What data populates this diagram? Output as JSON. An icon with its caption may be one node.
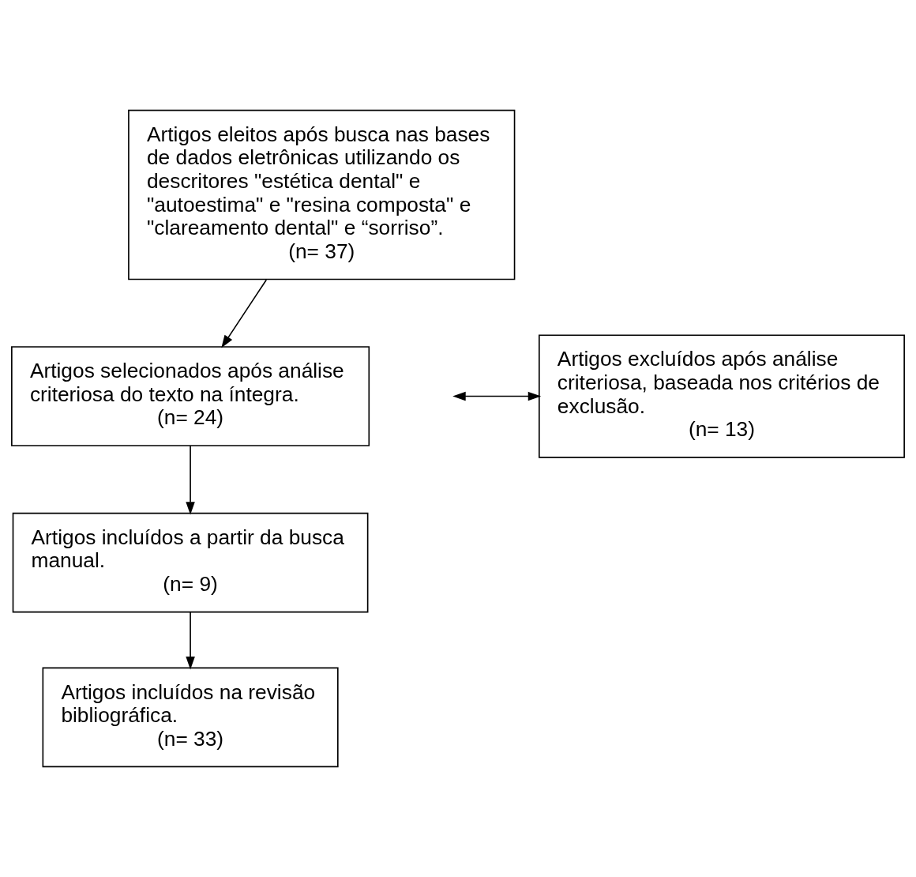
{
  "diagram": {
    "nodes": [
      {
        "text": [
          "Artigos eleitos após busca nas bases de dados eletrônicas utilizando os descritores \"estética dental\" e \"autoestima\" e \"resina composta\" e \"clareamento dental\" e “sorriso”.",
          "(n= 37)"
        ]
      },
      {
        "text": [
          "Artigos excluídos após análise criteriosa, baseada nos critérios de exclusão.",
          "(n= 13)"
        ]
      },
      {
        "text": [
          "Artigos selecionados após análise criteriosa do texto na íntegra.",
          "(n= 24)"
        ]
      },
      {
        "text": [
          "Artigos incluídos a partir da busca manual.",
          "(n= 9)"
        ]
      },
      {
        "text": [
          "Artigos incluídos na revisão bibliográfica.",
          "(n= 33)"
        ]
      }
    ],
    "edges": [
      {
        "from": 0,
        "to": 2,
        "arrow": "to"
      },
      {
        "from": null,
        "to": 1,
        "arrow": "both"
      },
      {
        "from": 2,
        "to": 3,
        "arrow": "to"
      },
      {
        "from": 3,
        "to": 4,
        "arrow": "to"
      }
    ]
  }
}
